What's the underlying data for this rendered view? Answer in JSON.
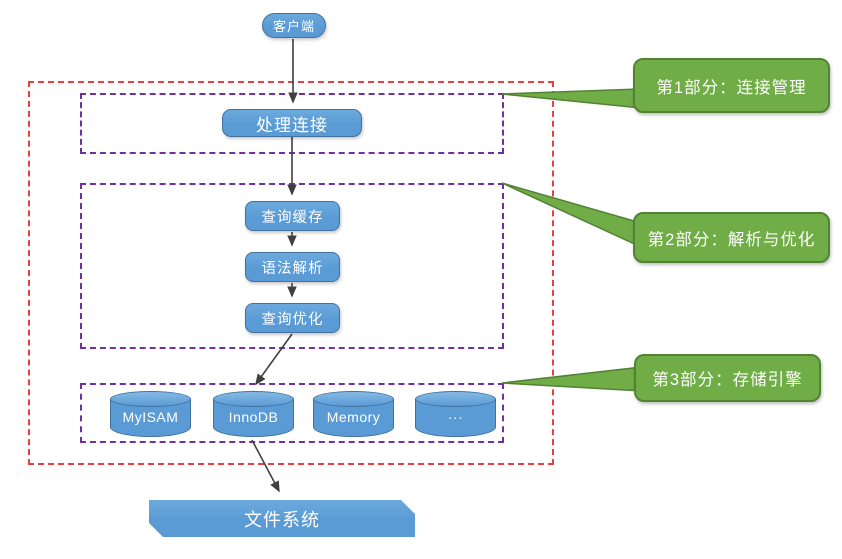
{
  "colors": {
    "node-fill": "#5B9BD5",
    "node-border": "#41719C",
    "node-text": "#FFFFFF",
    "callout-fill": "#70AD47",
    "callout-border": "#548235",
    "region-dash": "#7030A0",
    "boundary-dash": "#E84040",
    "arrow": "#404040"
  },
  "nodes": {
    "client": {
      "label": "客户端"
    },
    "handle_connection": {
      "label": "处理连接"
    },
    "query_cache": {
      "label": "查询缓存"
    },
    "syntax_parse": {
      "label": "语法解析"
    },
    "query_optimize": {
      "label": "查询优化"
    },
    "file_system": {
      "label": "文件系统"
    }
  },
  "engines": [
    {
      "label": "MyISAM"
    },
    {
      "label": "InnoDB"
    },
    {
      "label": "Memory"
    },
    {
      "label": "···"
    }
  ],
  "callouts": [
    {
      "label": "第1部分：连接管理"
    },
    {
      "label": "第2部分：解析与优化"
    },
    {
      "label": "第3部分：存储引擎"
    }
  ]
}
